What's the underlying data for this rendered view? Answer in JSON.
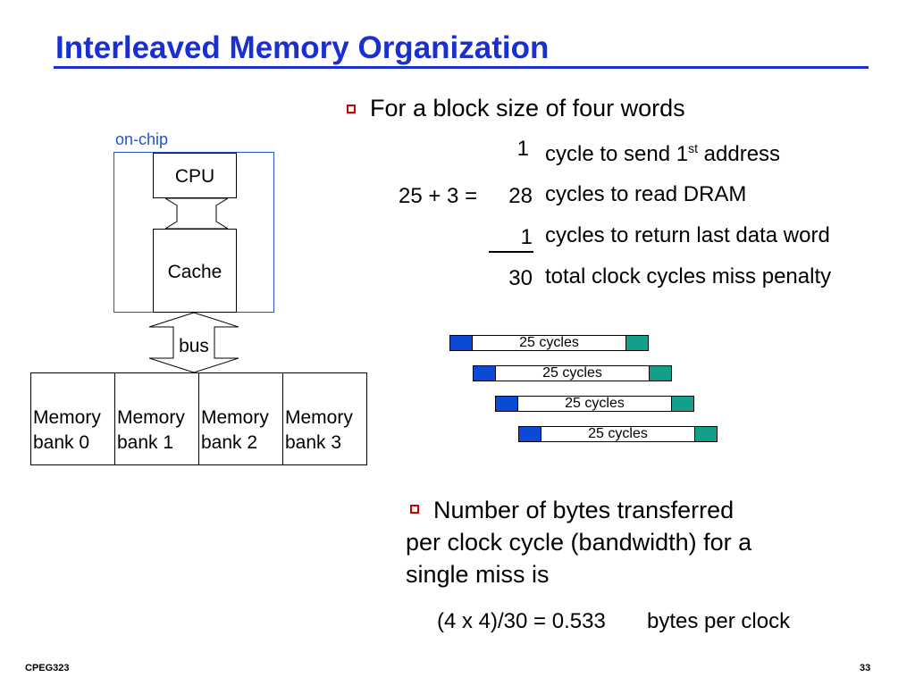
{
  "title": "Interleaved Memory Organization",
  "bullet1": {
    "text": "For a block size of four words",
    "rows": [
      {
        "num": "1",
        "desc": "cycle to send 1",
        "sup": "st",
        "desc_after": " address"
      },
      {
        "prefix": "25 + 3 =",
        "num": "28",
        "desc": "cycles to read DRAM"
      },
      {
        "num": "1",
        "desc": "cycles to return last data word"
      },
      {
        "num": "30",
        "desc": "total clock cycles miss penalty"
      }
    ]
  },
  "diagram": {
    "on_chip_label": "on-chip",
    "cpu_label": "CPU",
    "cache_label": "Cache",
    "bus_label": "bus",
    "banks": [
      {
        "line1": "Memory",
        "line2": "bank 0"
      },
      {
        "line1": "Memory",
        "line2": "bank 1"
      },
      {
        "line1": "Memory",
        "line2": "bank 2"
      },
      {
        "line1": "Memory",
        "line2": "bank 3"
      }
    ],
    "timeline_label": "25 cycles",
    "colors": {
      "title": "#1a2fd1",
      "on_chip_border": "#2255cc",
      "address_segment": "#0a4bd6",
      "return_segment": "#12a08a",
      "bullet": "#cc0000"
    }
  },
  "bullet2": {
    "lines": [
      "Number of bytes transferred",
      "per clock cycle (bandwidth) for a",
      "single miss is"
    ],
    "formula": "(4 x 4)/30 = 0.533",
    "unit": "bytes per clock"
  },
  "footer": {
    "course": "CPEG323",
    "page": "33"
  }
}
